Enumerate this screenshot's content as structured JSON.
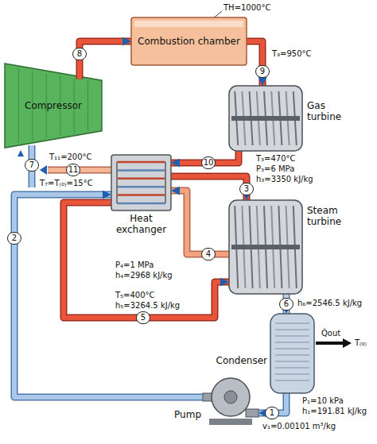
{
  "diagram": {
    "nodes": [
      {
        "text": [
          "Combustion chamber"
        ]
      },
      {
        "text": [
          "Compressor"
        ]
      },
      {
        "text": [
          "Gas turbine"
        ]
      },
      {
        "text": [
          "Heat exchanger"
        ]
      },
      {
        "text": [
          "Steam turbine"
        ]
      },
      {
        "text": [
          "Condenser"
        ]
      },
      {
        "text": [
          "Pump"
        ]
      }
    ],
    "edges": [
      {
        "from": 1,
        "to": 0,
        "arrow": "to",
        "label": "8"
      },
      {
        "from": 0,
        "to": 2,
        "arrow": "to",
        "label": "9"
      },
      {
        "from": 2,
        "to": 3,
        "arrow": "to",
        "label": "10"
      },
      {
        "from": 3,
        "to": 4,
        "arrow": "to",
        "label": "3"
      },
      {
        "from": 4,
        "to": 3,
        "arrow": "to",
        "label": "4"
      },
      {
        "from": 3,
        "to": 4,
        "arrow": "to",
        "label": "5"
      },
      {
        "from": 4,
        "to": 5,
        "arrow": "to",
        "label": "6"
      },
      {
        "from": 5,
        "to": 6,
        "arrow": "to",
        "label": "1"
      },
      {
        "from": 6,
        "to": 3,
        "arrow": "to",
        "label": "2"
      }
    ],
    "labels": [
      "TH=1000°C",
      "T₉=950°C",
      "T₃=470°C",
      "P₃=6 MPa",
      "h₃=3350 kJ/kg",
      "P₄=1 MPa",
      "h₄=2968 kJ/kg",
      "T₅=400°C",
      "h₅=3264.5 kJ/kg",
      "h₆=2546.5 kJ/kg",
      "P₁=10 kPa",
      "h₁=191.81 kJ/kg",
      "v₁=0.00101 m³/kg",
      "T₁₁=200°C",
      "11",
      "T₇=T₍₀₎=15°C",
      "7",
      "Q̇out",
      "T₍₀₎"
    ]
  }
}
